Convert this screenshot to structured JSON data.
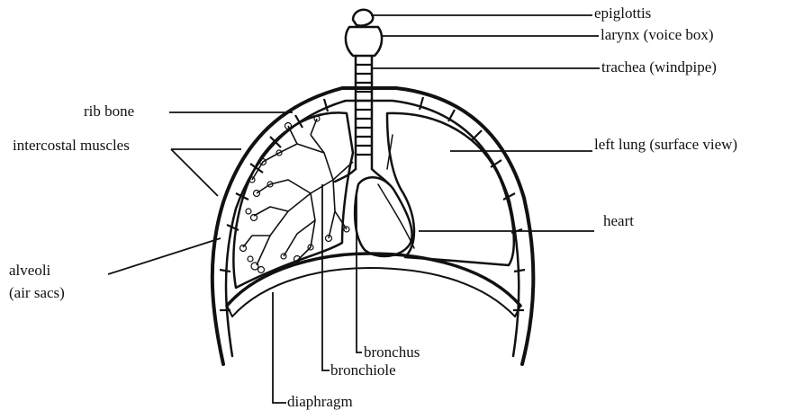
{
  "labels": {
    "epiglottis": "epiglottis",
    "larynx": "larynx (voice box)",
    "trachea": "trachea (windpipe)",
    "rib_bone": "rib bone",
    "intercostal_muscles": "intercostal muscles",
    "left_lung": "left lung (surface view)",
    "heart": "heart",
    "alveoli_line1": "alveoli",
    "alveoli_line2": "(air sacs)",
    "bronchus": "bronchus",
    "bronchiole": "bronchiole",
    "diaphragm": "diaphragm"
  },
  "colors": {
    "ink": "#111111",
    "background": "#ffffff"
  }
}
